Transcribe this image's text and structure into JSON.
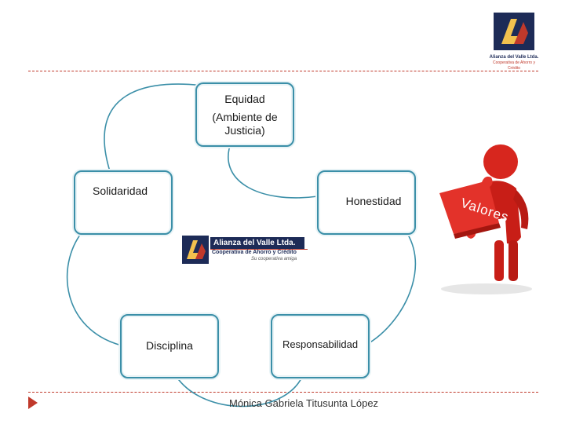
{
  "header": {
    "logo_title": "Alianza del Valle Ltda.",
    "logo_subtitle": "Cooperativa de Ahorro y Crédito"
  },
  "diagram": {
    "nodes": {
      "equidad": {
        "line1": "Equidad",
        "line2": "(Ambiente de",
        "line3": "Justicia)"
      },
      "honestidad": {
        "label": "Honestidad"
      },
      "responsabilidad": {
        "label": "Responsabilidad"
      },
      "disciplina": {
        "label": "Disciplina"
      },
      "solidaridad": {
        "label": "Solidaridad"
      }
    },
    "center_logo": {
      "name": "Alianza del Valle Ltda.",
      "subtitle": "Cooperativa de Ahorro y Crédito",
      "tagline": "Su cooperativa amiga"
    },
    "figure": {
      "puzzle_text": "Valores"
    },
    "colors": {
      "connector": "#3b8fa8",
      "accent": "#c0392b",
      "brand": "#1d2b57"
    }
  },
  "footer": {
    "author": "Mónica Gabriela Titusunta López"
  }
}
